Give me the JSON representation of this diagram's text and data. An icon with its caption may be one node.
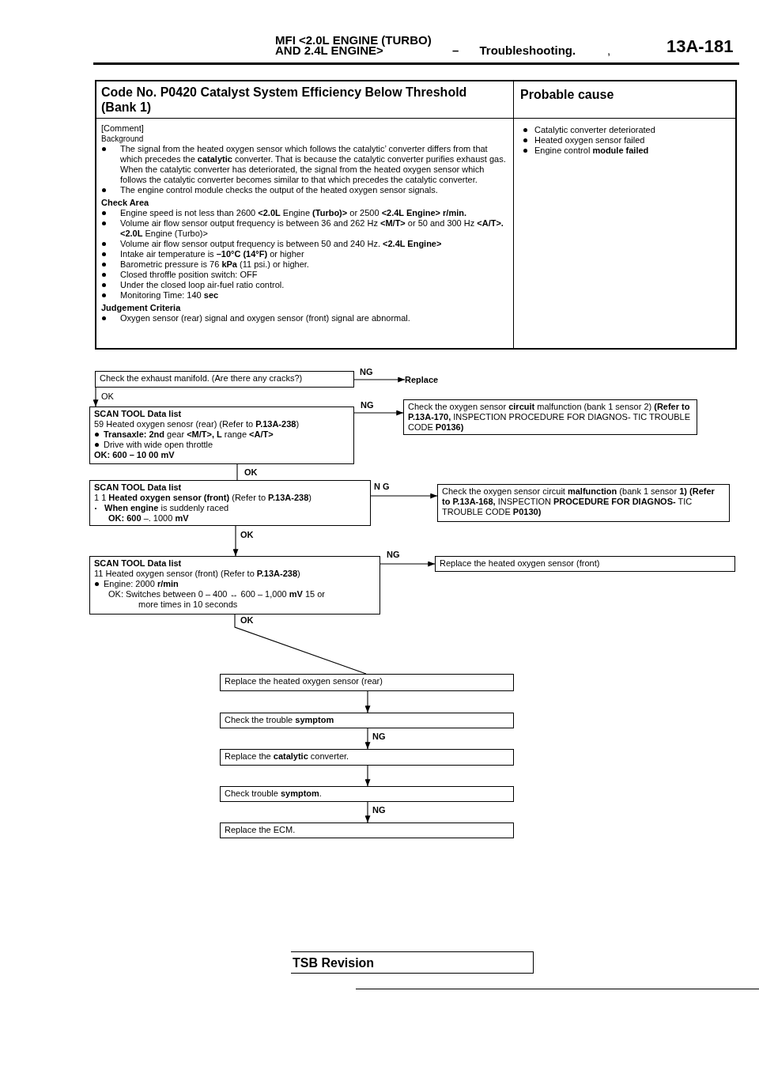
{
  "diagram": {
    "nodes": [
      {
        "text": [
          "Check the exhaust manifold. (Are there any cracks?)"
        ]
      },
      {
        "text": [
          "Replace"
        ]
      },
      {
        "text": [
          "SCAN TOOL Data list",
          "59 Heated oxygen senosr (rear) (Refer to **P.13A-238**)",
          "**Transaxle: 2nd** gear **<M/T>, L** range **<A/T>**",
          "Drive with wide open throttle",
          "OK: 600 – 10 00 mV"
        ]
      },
      {
        "text": [
          "Check the oxygen sensor **circuit** malfunction (bank 1 sensor 2) **(Refer to P.13A-170,** INSPECTION PROCEDURE FOR DIAGNOS- TIC TROUBLE CODE **P0136)**"
        ]
      },
      {
        "text": [
          "SCAN TOOL Data list",
          "1 1 **Heated oxygen sensor (front)** (Refer to **P.13A-238**)",
          "**When engine** is suddenly raced",
          "**OK: 600** –. 1000 **mV**"
        ]
      },
      {
        "text": [
          "Check the oxygen sensor circuit **malfunction** (bank 1 sensor **1)** **(Refer to P.13A-168,** INSPECTION **PROCEDURE FOR DIAGNOS-** TIC TROUBLE CODE **P0130)**"
        ]
      },
      {
        "text": [
          "SCAN TOOL Data list",
          "11 Heated oxygen sensor (front) (Refer to **P.13A-238**)",
          "Engine: 2000 **r/min**",
          "OK: Switches between 0 – 400 ↔ 600 – 1,000 **mV** 15 or more times in 10 seconds"
        ]
      },
      {
        "text": [
          "Replace the heated oxygen sensor (front)"
        ]
      },
      {
        "text": [
          "Replace the heated oxygen sensor (rear)"
        ]
      },
      {
        "text": [
          "Check the trouble **symptom**"
        ]
      },
      {
        "text": [
          "Replace the **catalytic** converter."
        ]
      },
      {
        "text": [
          "Check trouble **symptom**."
        ]
      },
      {
        "text": [
          "Replace the ECM."
        ]
      }
    ],
    "edges": [
      {
        "from": 0,
        "to": 1,
        "arrow": "to",
        "label": "NG"
      },
      {
        "from": 0,
        "to": 2,
        "arrow": "to",
        "label": "OK"
      },
      {
        "from": 2,
        "to": 3,
        "arrow": "to",
        "label": "NG"
      },
      {
        "from": 2,
        "to": 4,
        "arrow": "none",
        "label": "OK"
      },
      {
        "from": 4,
        "to": 5,
        "arrow": "to",
        "label": "N G"
      },
      {
        "from": 4,
        "to": 6,
        "arrow": "to",
        "label": "OK"
      },
      {
        "from": 6,
        "to": 7,
        "arrow": "to",
        "label": "NG"
      },
      {
        "from": 6,
        "to": 8,
        "arrow": "none",
        "label": "OK"
      },
      {
        "from": 8,
        "to": 9,
        "arrow": "to"
      },
      {
        "from": 9,
        "to": 10,
        "arrow": "to",
        "label": "NG"
      },
      {
        "from": 10,
        "to": 11,
        "arrow": "to"
      },
      {
        "from": 11,
        "to": 12,
        "arrow": "to",
        "label": "NG"
      }
    ],
    "labels": [
      "MFI <2.0L ENGINE (TURBO) AND 2.4L ENGINE>",
      "– Troubleshooting.",
      ",",
      "13A-181",
      "Code No. P0420 Catalyst System Efficiency Below Threshold (Bank 1)",
      "Probable cause",
      "[Comment]",
      "Background",
      "The signal from the heated oxygen sensor which follows the catalytic’ converter differs from that which precedes the **catalytic** converter. That is because the catalytic converter purifies exhaust gas. When the catalytic converter has deteriorated, the signal from the heated oxygen sensor which follows the catalytic converter becomes similar to that which precedes the catalytic converter.",
      "The engine control module checks the output of the heated oxygen sensor signals.",
      "Check Area",
      "Engine speed is not less than 2600 **<2.0L** Engine **(Turbo)>** or 2500 **<2.4L Engine> r/min.**",
      "Volume air flow sensor output frequency is between 36 and 262 Hz **<M/T>** or 50 and 300 Hz **<A/T>. <2.0L** Engine (Turbo)>",
      "Volume air flow sensor output frequency is between 50 and 240 Hz. **<2.4L Engine>**",
      "Intake air temperature is **–10°C (14°F)** or higher",
      "Barometric pressure is 76 **kPa** (11 psi.) or higher.",
      "Closed throffle position switch: OFF",
      "Under the closed loop air-fuel ratio control.",
      "Monitoring Time: 140 **sec**",
      "Judgement Criteria",
      "Oxygen sensor (rear) signal and oxygen sensor (front) signal are abnormal.",
      "Catalytic converter deteriorated",
      "Heated oxygen sensor failed",
      "Engine control **module failed**",
      "TSB Revision"
    ]
  }
}
